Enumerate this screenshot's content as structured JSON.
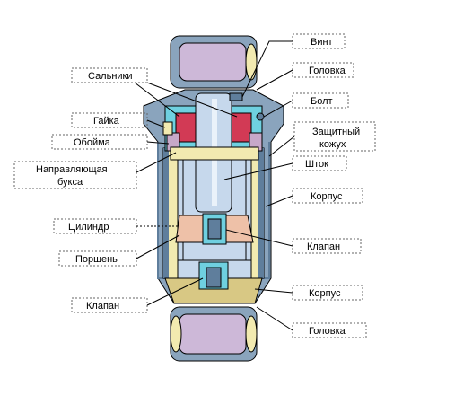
{
  "colors": {
    "body_metal": "#8aa4bd",
    "body_dark": "#5f7e9c",
    "housing_yellow": "#f2eab0",
    "rod_blue": "#c6d8ec",
    "seal_red": "#d23a55",
    "cyan": "#6fd0e0",
    "bushing_purple": "#c7a8c9",
    "mount_lilac": "#cdb8d8",
    "piston_peach": "#eec1a8",
    "olive": "#d8c884"
  },
  "labels": {
    "vint": "Винт",
    "golovka_top": "Головка",
    "bolt": "Болт",
    "salniki": "Сальники",
    "gaika": "Гайка",
    "oboima": "Обойма",
    "napravl_1": "Направляющая",
    "napravl_2": "букса",
    "zashch_1": "Защитный",
    "zashch_2": "кожух",
    "shtok": "Шток",
    "korpus_right": "Корпус",
    "cilindr": "Цилиндр",
    "klapan_right": "Клапан",
    "porshen": "Поршень",
    "korpus_lower": "Корпус",
    "klapan_left": "Клапан",
    "golovka_bottom": "Головка"
  }
}
